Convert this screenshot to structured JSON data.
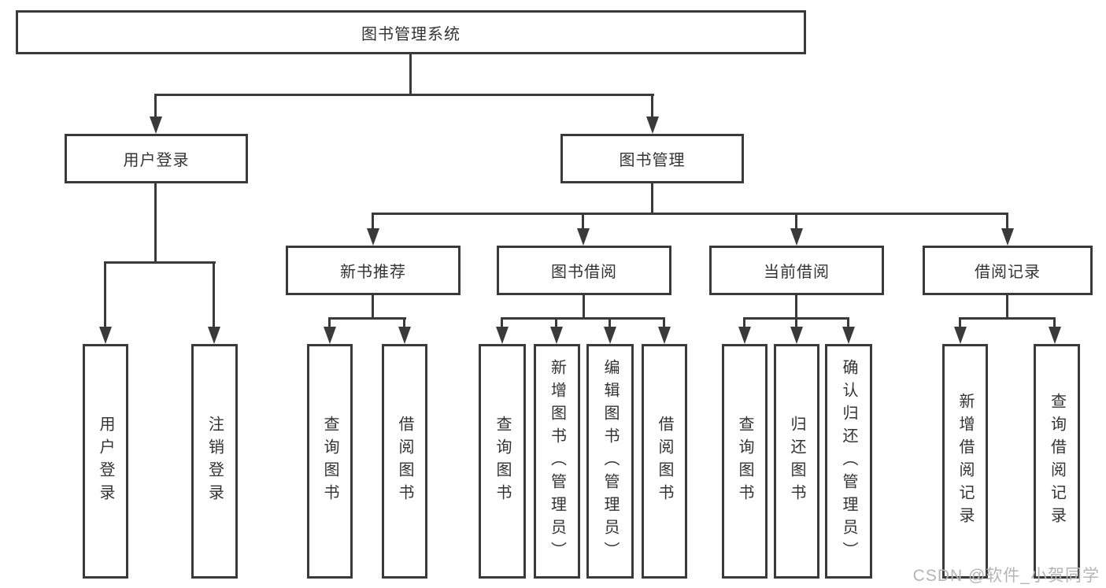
{
  "diagram": {
    "root": "图书管理系统",
    "level2": [
      "用户登录",
      "图书管理"
    ],
    "level3": [
      "新书推荐",
      "图书借阅",
      "当前借阅",
      "借阅记录"
    ],
    "leaves": {
      "user_login_group": [
        "用户登录",
        "注销登录"
      ],
      "new_book_group": [
        "查询图书",
        "借阅图书"
      ],
      "book_borrow_group": [
        "查询图书",
        "新增图书（管理员）",
        "编辑图书（管理员）",
        "借阅图书"
      ],
      "current_borrow_group": [
        "查询图书",
        "归还图书",
        "确认归还（管理员）"
      ],
      "borrow_record_group": [
        "新增借阅记录",
        "查询借阅记录"
      ]
    }
  },
  "watermark": "CSDN @软件_小贺同学",
  "colors": {
    "line": "#3a3a3a",
    "text": "#333333",
    "watermark": "#b5b5b5",
    "background": "#ffffff"
  }
}
